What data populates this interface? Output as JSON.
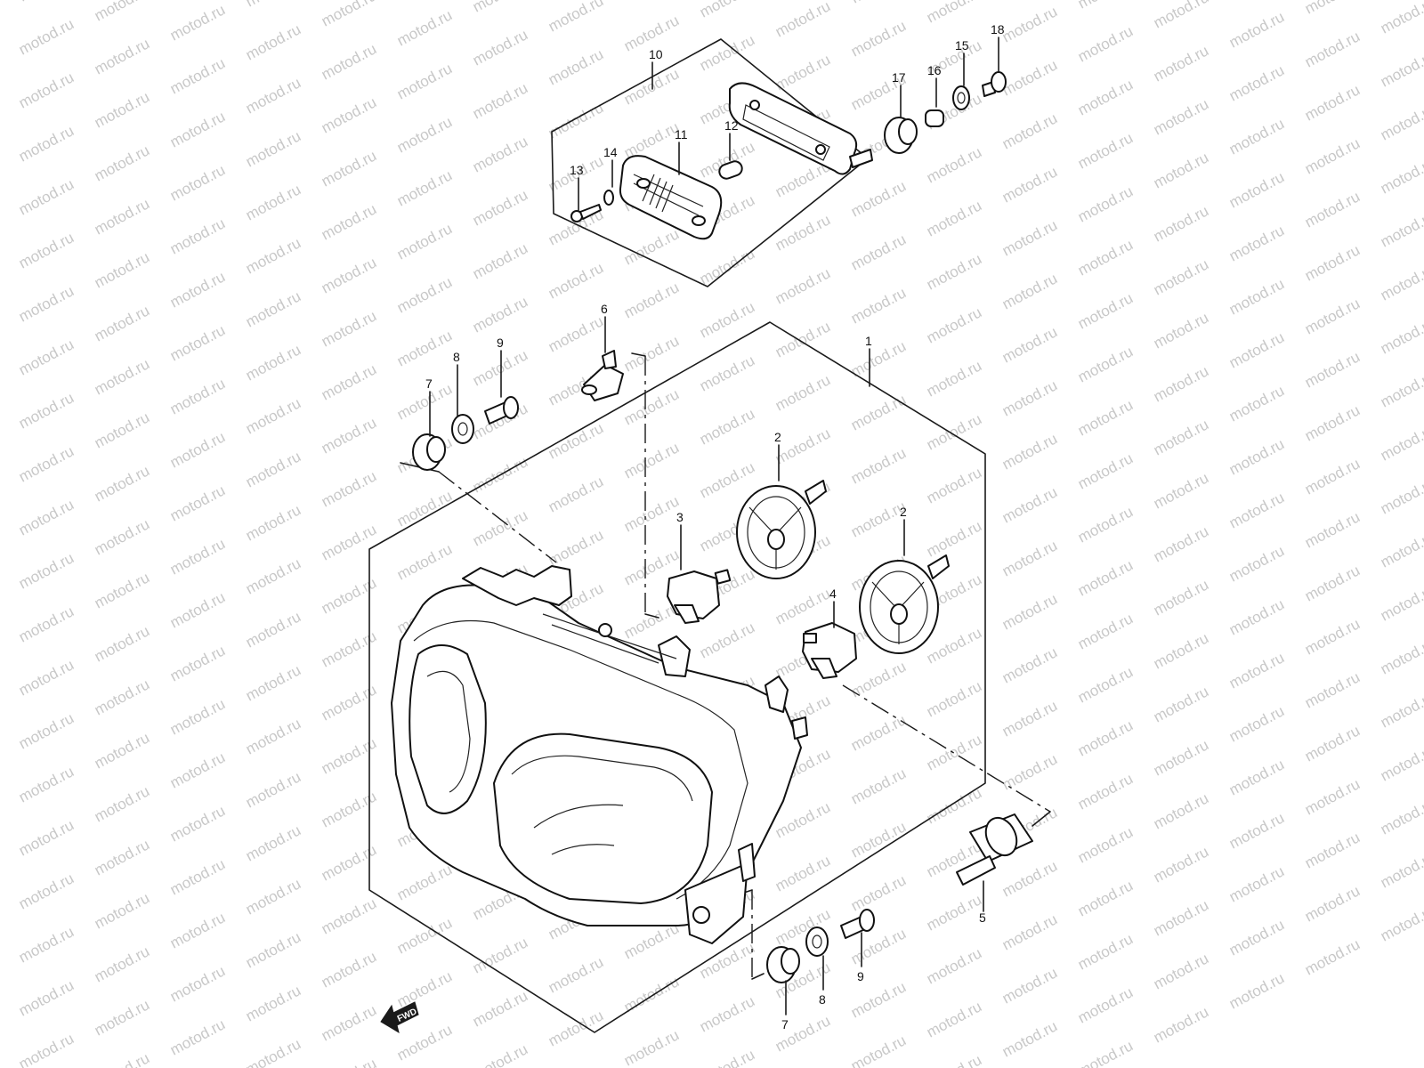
{
  "watermark": "motod.ru",
  "direction_label": "FWD",
  "callouts": {
    "c1": "1",
    "c2a": "2",
    "c2b": "2",
    "c3": "3",
    "c4": "4",
    "c5": "5",
    "c6": "6",
    "c7a": "7",
    "c7b": "7",
    "c8a": "8",
    "c8b": "8",
    "c9a": "9",
    "c9b": "9",
    "c10": "10",
    "c11": "11",
    "c12": "12",
    "c13": "13",
    "c14": "14",
    "c15": "15",
    "c16": "16",
    "c17": "17",
    "c18": "18"
  }
}
